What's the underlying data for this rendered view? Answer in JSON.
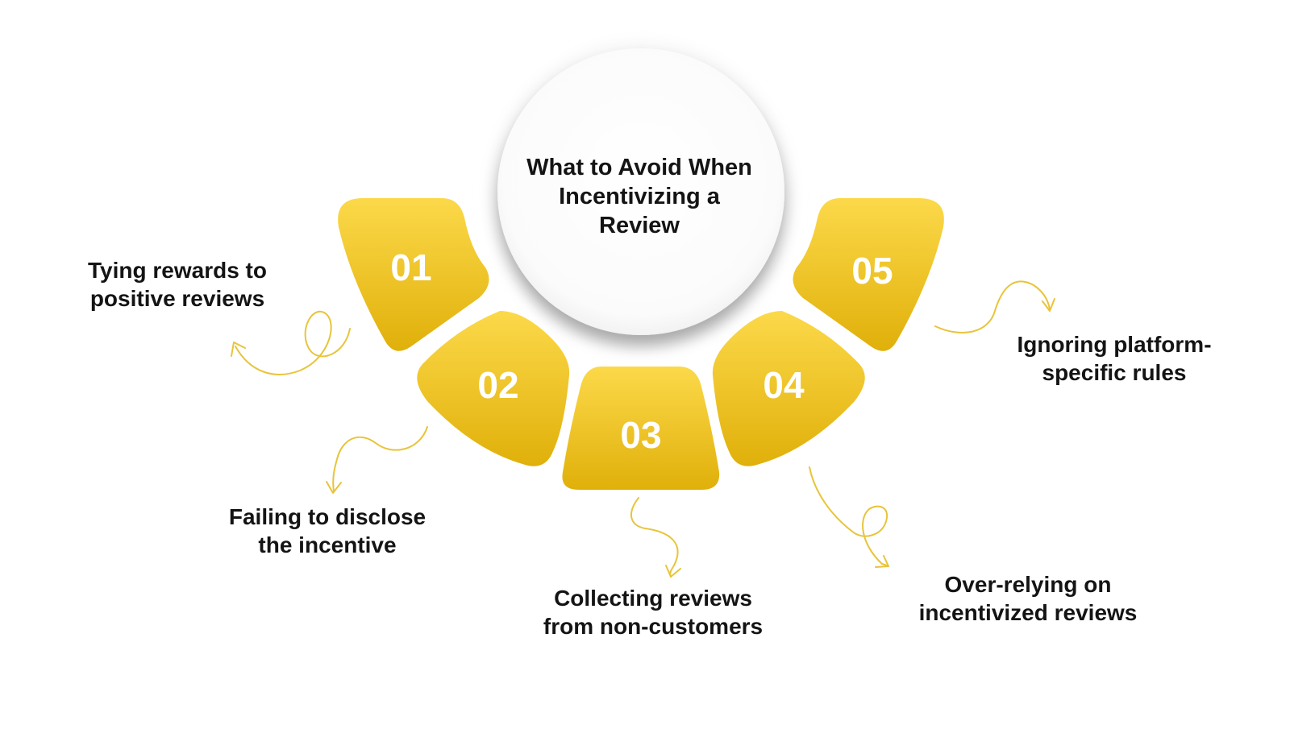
{
  "title_lines": [
    "What to Avoid When",
    "Incentivizing a",
    "Review"
  ],
  "colors": {
    "petal_top": "#fcd94a",
    "petal_bottom": "#e0b00a",
    "arrow": "#e8c43a",
    "text": "#141414"
  },
  "items": [
    {
      "number": "01",
      "lines": [
        "Tying rewards to",
        "positive reviews"
      ]
    },
    {
      "number": "02",
      "lines": [
        "Failing to disclose",
        "the incentive"
      ]
    },
    {
      "number": "03",
      "lines": [
        "Collecting reviews",
        "from non-customers"
      ]
    },
    {
      "number": "04",
      "lines": [
        "Over-relying on",
        "incentivized reviews"
      ]
    },
    {
      "number": "05",
      "lines": [
        "Ignoring platform-",
        "specific rules"
      ]
    }
  ]
}
